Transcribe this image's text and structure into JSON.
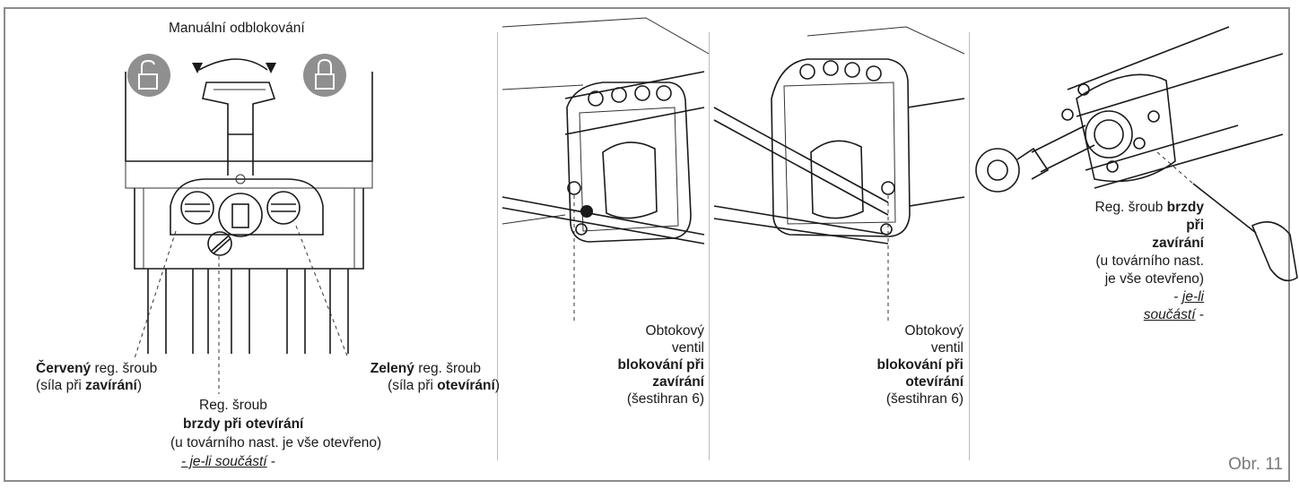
{
  "panel1": {
    "manual_release": "Manuální odblokování",
    "red_screw_bold": "Červený",
    "red_screw_rest": " reg. šroub",
    "red_force_pre": "(síla při ",
    "red_force_bold": "zavírání",
    "red_force_post": ")",
    "green_screw_bold": "Zelený",
    "green_screw_rest": " reg. šroub",
    "green_force_pre": "(síla při ",
    "green_force_bold": "otevírání",
    "green_force_post": ")",
    "brake_line1": "Reg. šroub",
    "brake_line2": "brzdy při otevírání",
    "brake_line3": "(u továrního nast. je vše otevřeno)",
    "brake_line4_italic": "- je-li součástí",
    "brake_line4_tail": " -"
  },
  "panel2": {
    "line1": "Obtokový",
    "line2": "ventil",
    "line3": "blokování při",
    "line4": "zavírání",
    "line5": "(šestihran 6)"
  },
  "panel3": {
    "line1": "Obtokový",
    "line2": "ventil",
    "line3": "blokování při",
    "line4": "otevírání",
    "line5": "(šestihran 6)"
  },
  "panel4": {
    "line1_pre": "Reg. šroub ",
    "line1_bold": "brzdy",
    "line2": "při",
    "line3": "zavírání",
    "line4": "(u továrního nast.",
    "line5": "je vše otevřeno)",
    "line6_dash": "- ",
    "line6_italic": "je-li",
    "line7_italic": "součástí",
    "line7_tail": " -"
  },
  "figure_label": "Obr. 11"
}
